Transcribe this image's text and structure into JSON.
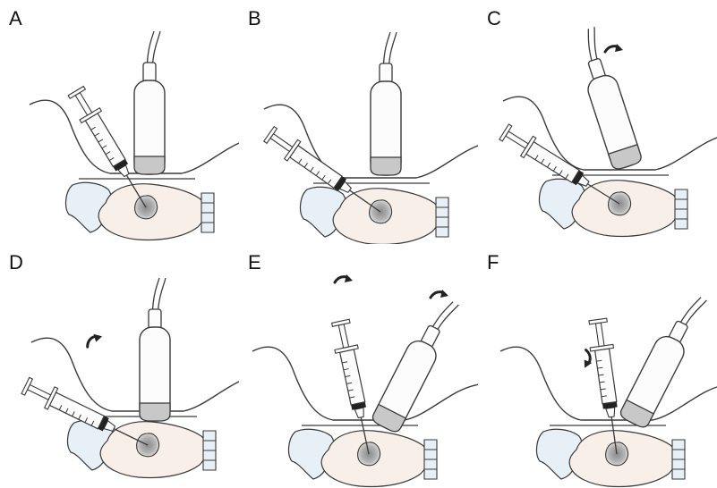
{
  "panels": [
    {
      "label": "A"
    },
    {
      "label": "B"
    },
    {
      "label": "C"
    },
    {
      "label": "D"
    },
    {
      "label": "E"
    },
    {
      "label": "F"
    }
  ],
  "colors": {
    "line": "#3a3a3a",
    "probe_fill": "#fcfcfc",
    "probe_tip": "#c8c8c8",
    "bone_fill": "#e6f0f6",
    "gland_fill": "#f8efe8",
    "lesion_fill": "#9a9a9a",
    "arrow": "#222222"
  },
  "icons": {
    "probe": "ultrasound-probe-icon",
    "syringe": "syringe-icon",
    "arrow": "movement-arrow-icon"
  }
}
